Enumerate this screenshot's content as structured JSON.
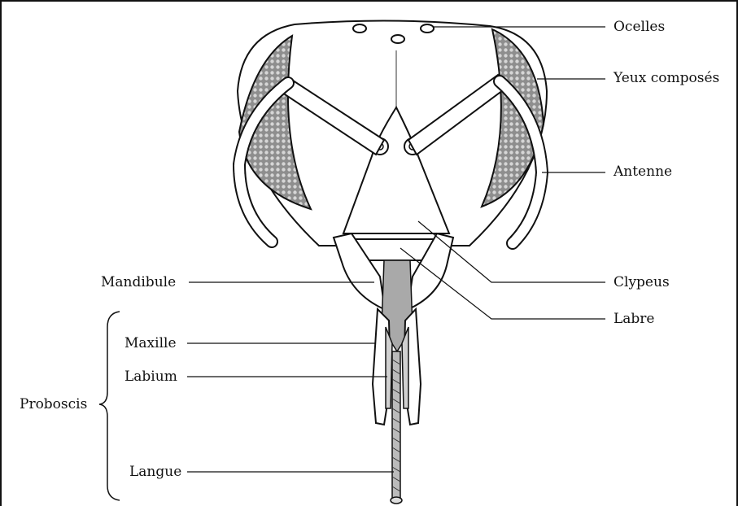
{
  "labels": {
    "ocelles": "Ocelles",
    "yeux": "Yeux composés",
    "antenne": "Antenne",
    "clypeus": "Clypeus",
    "labre": "Labre",
    "mandibule": "Mandibule",
    "maxille": "Maxille",
    "labium": "Labium",
    "proboscis": "Proboscis",
    "langue": "Langue"
  },
  "colors": {
    "ink": "#111111",
    "eye_fill": "#8e8e8e",
    "mouth_fill": "#a9a9a9"
  }
}
